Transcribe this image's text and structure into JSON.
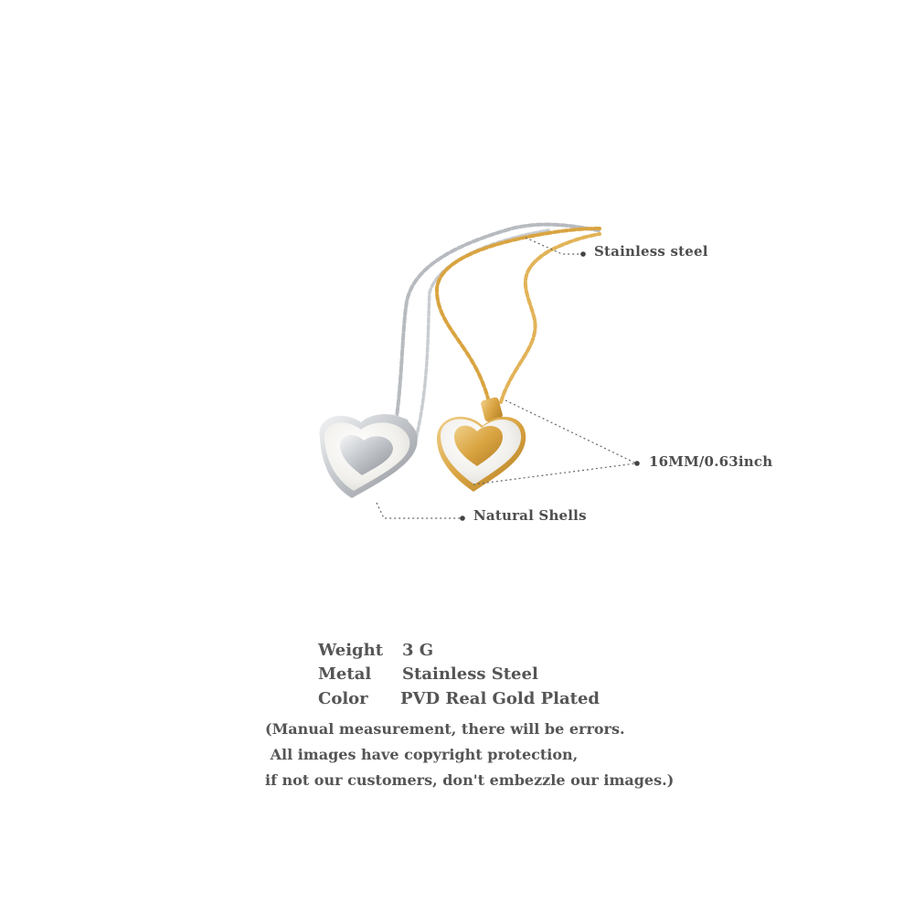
{
  "callouts": {
    "material": "Stainless steel",
    "size": "16MM/0.63inch",
    "inlay": "Natural Shells"
  },
  "specs": [
    {
      "label": "Weight",
      "value": "3 G"
    },
    {
      "label": "Metal",
      "value": "Stainless Steel"
    },
    {
      "label": "Color",
      "value": "PVD Real Gold Plated"
    }
  ],
  "notes": [
    "(Manual measurement, there will be errors.",
    " All images have copyright protection,",
    "if not our customers, don't embezzle our images.)"
  ],
  "colors": {
    "silver": "#c9ccd0",
    "gold": "#d9a441",
    "shell": "#f2f1ee",
    "text": "#4d4d4d"
  }
}
